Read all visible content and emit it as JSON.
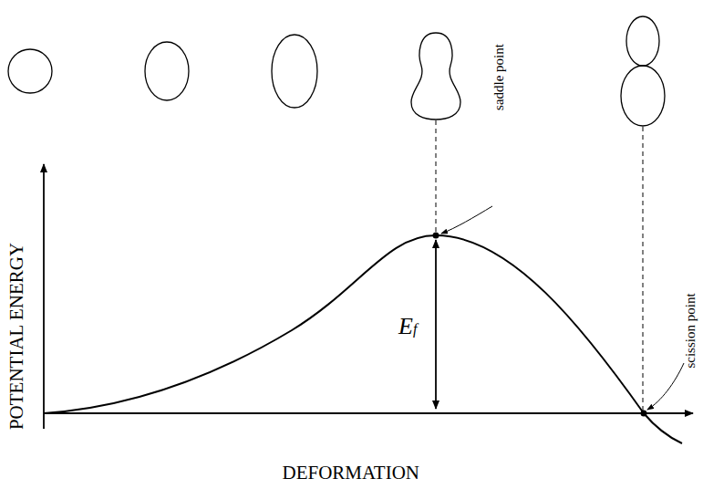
{
  "diagram": {
    "labels": [
      "POTENTIAL ENERGY",
      "DEFORMATION",
      "Ef",
      "saddle point",
      "scission point"
    ]
  }
}
